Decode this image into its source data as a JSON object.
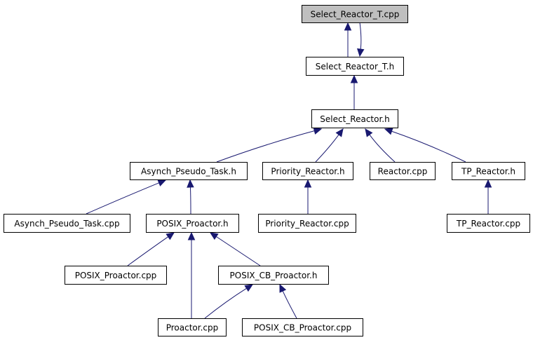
{
  "diagram": {
    "type": "include-dependency-graph",
    "colors": {
      "edge": "#191970",
      "root_fill": "#bfbfbf",
      "node_fill": "#ffffff",
      "node_border": "#000000"
    },
    "nodes": [
      {
        "id": "select_reactor_t_cpp",
        "label": "Select_Reactor_T.cpp",
        "root": true
      },
      {
        "id": "select_reactor_t_h",
        "label": "Select_Reactor_T.h"
      },
      {
        "id": "select_reactor_h",
        "label": "Select_Reactor.h"
      },
      {
        "id": "asynch_pseudo_task_h",
        "label": "Asynch_Pseudo_Task.h"
      },
      {
        "id": "priority_reactor_h",
        "label": "Priority_Reactor.h"
      },
      {
        "id": "reactor_cpp",
        "label": "Reactor.cpp"
      },
      {
        "id": "tp_reactor_h",
        "label": "TP_Reactor.h"
      },
      {
        "id": "asynch_pseudo_task_cpp",
        "label": "Asynch_Pseudo_Task.cpp"
      },
      {
        "id": "posix_proactor_h",
        "label": "POSIX_Proactor.h"
      },
      {
        "id": "priority_reactor_cpp",
        "label": "Priority_Reactor.cpp"
      },
      {
        "id": "tp_reactor_cpp",
        "label": "TP_Reactor.cpp"
      },
      {
        "id": "posix_proactor_cpp",
        "label": "POSIX_Proactor.cpp"
      },
      {
        "id": "posix_cb_proactor_h",
        "label": "POSIX_CB_Proactor.h"
      },
      {
        "id": "proactor_cpp",
        "label": "Proactor.cpp"
      },
      {
        "id": "posix_cb_proactor_cpp",
        "label": "POSIX_CB_Proactor.cpp"
      }
    ],
    "edges": [
      {
        "from": "select_reactor_t_h",
        "to": "select_reactor_t_cpp"
      },
      {
        "from": "select_reactor_t_cpp",
        "to": "select_reactor_t_h"
      },
      {
        "from": "select_reactor_h",
        "to": "select_reactor_t_h"
      },
      {
        "from": "asynch_pseudo_task_h",
        "to": "select_reactor_h"
      },
      {
        "from": "priority_reactor_h",
        "to": "select_reactor_h"
      },
      {
        "from": "reactor_cpp",
        "to": "select_reactor_h"
      },
      {
        "from": "tp_reactor_h",
        "to": "select_reactor_h"
      },
      {
        "from": "asynch_pseudo_task_cpp",
        "to": "asynch_pseudo_task_h"
      },
      {
        "from": "posix_proactor_h",
        "to": "asynch_pseudo_task_h"
      },
      {
        "from": "priority_reactor_cpp",
        "to": "priority_reactor_h"
      },
      {
        "from": "tp_reactor_cpp",
        "to": "tp_reactor_h"
      },
      {
        "from": "posix_proactor_cpp",
        "to": "posix_proactor_h"
      },
      {
        "from": "proactor_cpp",
        "to": "posix_proactor_h"
      },
      {
        "from": "posix_cb_proactor_h",
        "to": "posix_proactor_h"
      },
      {
        "from": "proactor_cpp",
        "to": "posix_cb_proactor_h"
      },
      {
        "from": "posix_cb_proactor_cpp",
        "to": "posix_cb_proactor_h"
      }
    ]
  }
}
